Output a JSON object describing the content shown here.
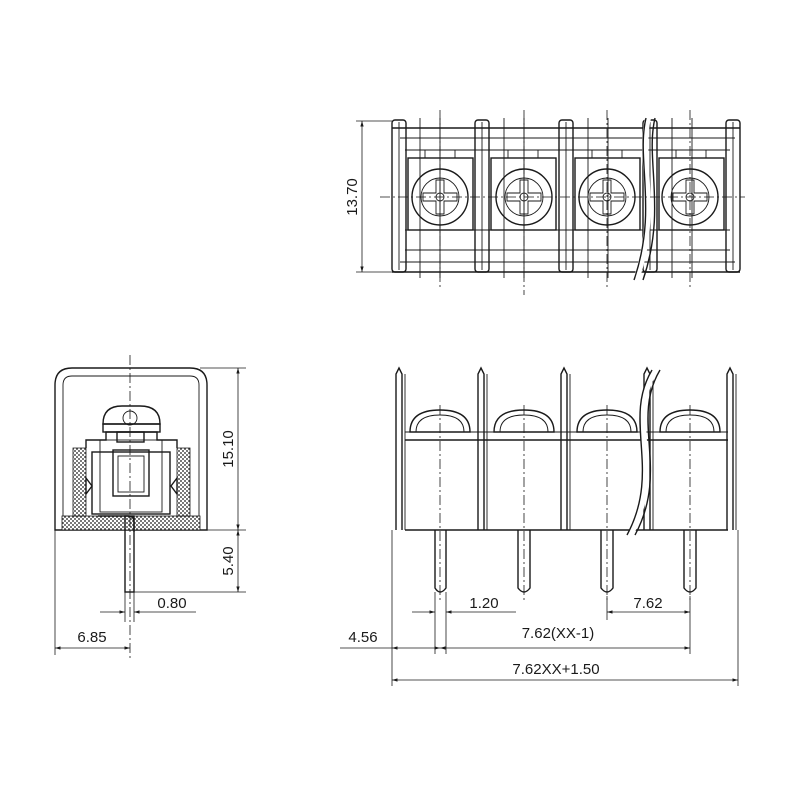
{
  "dimensions": {
    "top_height": "13.70",
    "side_height": "15.10",
    "side_pin_length": "5.40",
    "side_pin_width": "0.80",
    "side_offset": "6.85",
    "front_edge_offset": "4.56",
    "front_pin_width": "1.20",
    "front_pitch": "7.62",
    "front_span": "7.62(XX-1)",
    "front_total": "7.62XX+1.50"
  }
}
